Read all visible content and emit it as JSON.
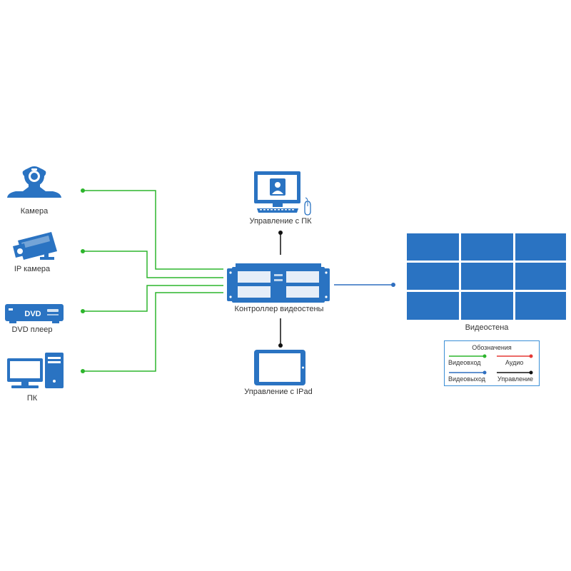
{
  "inputs": {
    "camera": "Камера",
    "ip_camera": "IP камера",
    "dvd": "DVD плеер",
    "dvd_badge": "DVD",
    "pc": "ПК"
  },
  "controller": {
    "label": "Контроллер видеостены"
  },
  "control": {
    "pc": "Управление с ПК",
    "ipad": "Управление с IPad"
  },
  "wall": {
    "label": "Видеостена"
  },
  "legend": {
    "title": "Обозначения",
    "items": [
      {
        "label": "Видеовход",
        "color": "#2db52d"
      },
      {
        "label": "Аудио",
        "color": "#e53935"
      },
      {
        "label": "Видеовыход",
        "color": "#2f6fbf"
      },
      {
        "label": "Управление",
        "color": "#111111"
      }
    ]
  },
  "colors": {
    "device_blue": "#2a73c2",
    "video_in": "#2db52d",
    "video_out": "#2f6fbf",
    "control": "#111111"
  },
  "icons": [
    "camera-icon",
    "ip-camera-icon",
    "dvd-player-icon",
    "pc-icon",
    "monitor-icon",
    "mouse-icon",
    "controller-icon",
    "tablet-icon",
    "video-wall-icon"
  ]
}
